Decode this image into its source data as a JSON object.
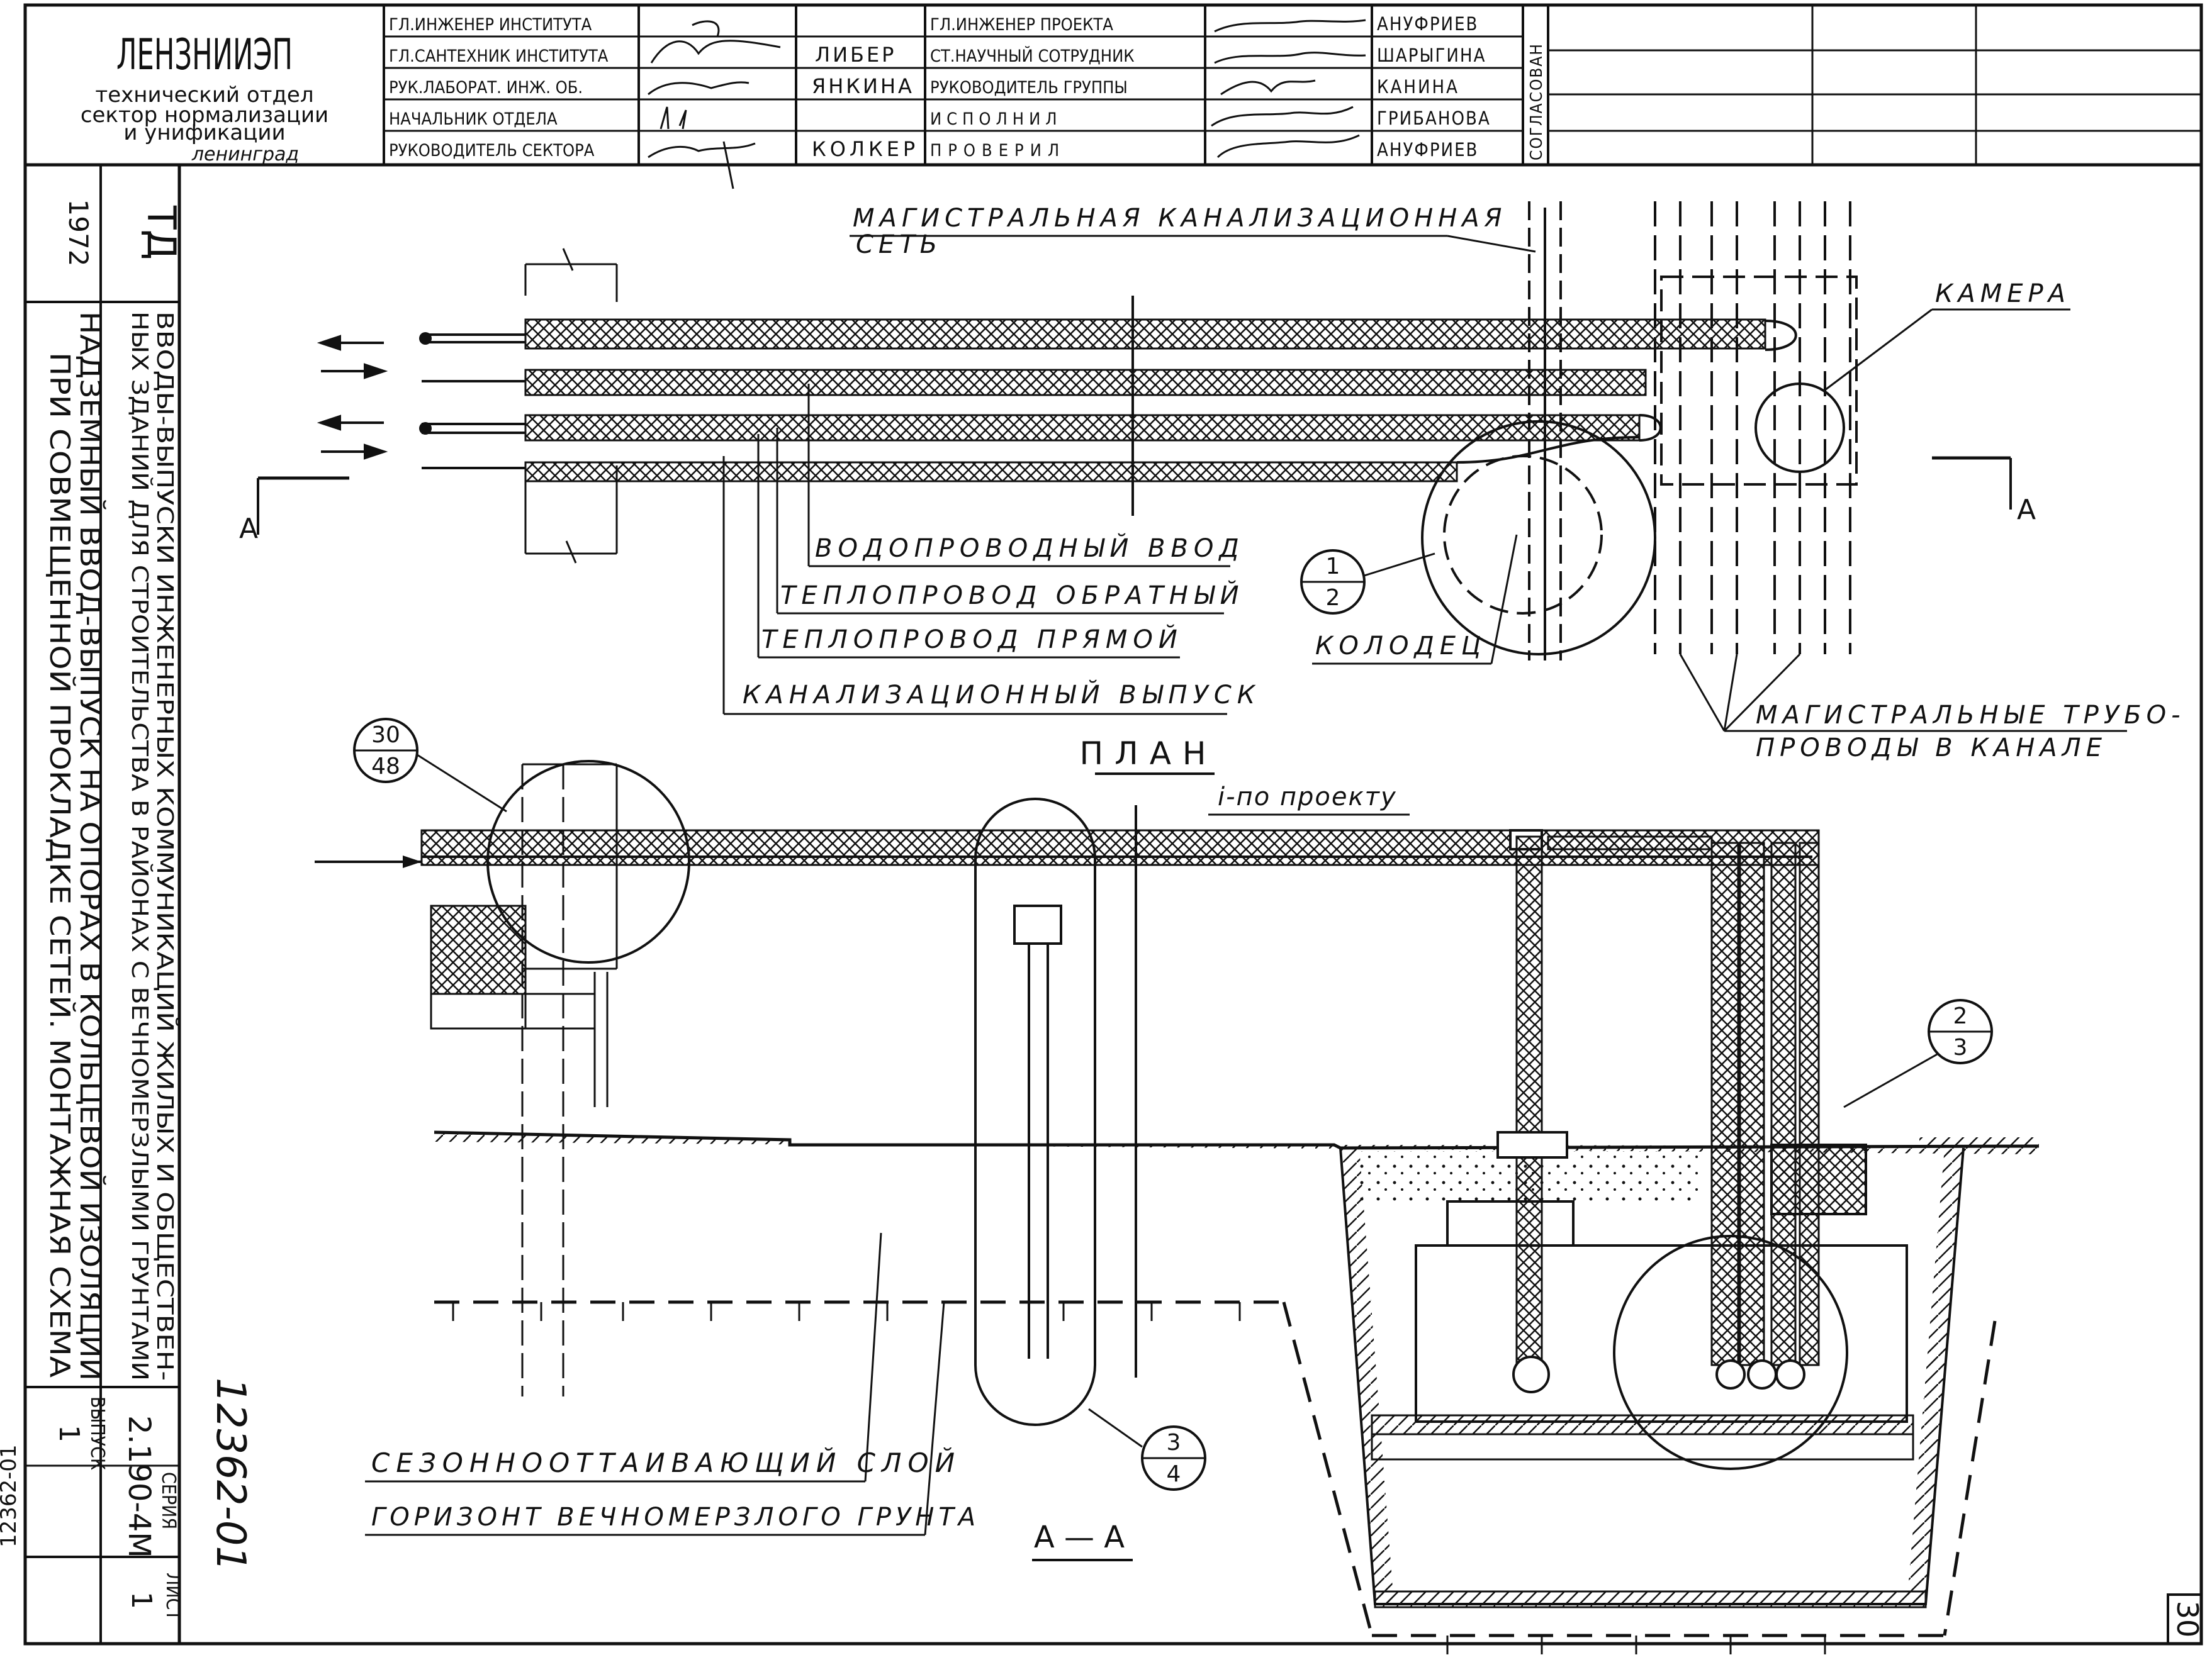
{
  "org": {
    "name": "ЛЕНЗНИИЭП",
    "line1": "технический отдел",
    "line2": "сектор нормализации",
    "line3": "и унификации",
    "city": "ленинград"
  },
  "signatures": [
    {
      "role": "ГЛ.ИНЖЕНЕР ИНСТИТУТА",
      "name": ""
    },
    {
      "role": "ГЛ.САНТЕХНИК ИНСТИТУТА",
      "name": "ЛИБЕР"
    },
    {
      "role": "РУК.ЛАБОРАТ. ИНЖ. ОБ.",
      "name": "ЯНКИНА"
    },
    {
      "role": "НАЧАЛЬНИК ОТДЕЛА",
      "name": ""
    },
    {
      "role": "РУКОВОДИТЕЛЬ СЕКТОРА",
      "name": "КОЛКЕР"
    }
  ],
  "signatures_right": [
    {
      "role": "ГЛ.ИНЖЕНЕР ПРОЕКТА",
      "name": "АНУФРИЕВ"
    },
    {
      "role": "СТ.НАУЧНЫЙ СОТРУДНИК",
      "name": "ШАРЫГИНА"
    },
    {
      "role": "РУКОВОДИТЕЛЬ ГРУППЫ",
      "name": "КАНИНА"
    },
    {
      "role": "ИСПОЛНИЛ",
      "name": "ГРИБАНОВА"
    },
    {
      "role": "ПРОВЕРИЛ",
      "name": "АНУФРИЕВ"
    }
  ],
  "agreed": "СОГЛАСОВАН",
  "side": {
    "year": "1972",
    "td": "ТД",
    "title1": "ВВОДЫ-ВЫПУСКИ ИНЖЕНЕРНЫХ КОММУНИКАЦИЙ ЖИЛЫХ И ОБЩЕСТВЕН-",
    "title2": "НЫХ ЗДАНИЙ ДЛЯ СТРОИТЕЛЬСТВА В РАЙОНАХ С ВЕЧНОМЕРЗЛЫМИ ГРУНТАМИ",
    "sub1": "НАДЗЕМНЫЙ ВВОД-ВЫПУСК НА ОПОРАХ В КОЛЬЦЕВОЙ ИЗОЛЯЦИИ",
    "sub2": "ПРИ СОВМЕЩЕННОЙ ПРОКЛАДКЕ СЕТЕЙ. МОНТАЖНАЯ СХЕМА",
    "series_label": "СЕРИЯ",
    "series": "2.190-4М",
    "issue_label": "ВЫПУСК",
    "issue": "1",
    "sheet_label": "ЛИСТ",
    "sheet": "1",
    "stamp": "12362-01",
    "archive": "12362-01"
  },
  "page_number": "30",
  "plan": {
    "title": "ПЛАН",
    "labels": {
      "main_sewer_1": "МАГИСТРАЛЬНАЯ КАНАЛИЗАЦИОННАЯ",
      "main_sewer_2": "СЕТЬ",
      "chamber": "КАМЕРА",
      "water": "ВОДОПРОВОДНЫЙ ВВОД",
      "heat_return": "ТЕПЛОПРОВОД ОБРАТНЫЙ",
      "heat_supply": "ТЕПЛОПРОВОД ПРЯМОЙ",
      "sewer_out": "КАНАЛИЗАЦИОННЫЙ ВЫПУСК",
      "well": "КОЛОДЕЦ",
      "mains_1": "МАГИСТРАЛЬНЫЕ ТРУБО-",
      "mains_2": "ПРОВОДЫ В КАНАЛЕ"
    },
    "callout": {
      "num": "1",
      "den": "2"
    },
    "section_mark": "А"
  },
  "section": {
    "title": "А — А",
    "slope": "i-по проекту",
    "seasonal": "СЕЗОННООТТАИВАЮЩИЙ СЛОЙ",
    "permafrost": "ГОРИЗОНТ ВЕЧНОМЕРЗЛОГО ГРУНТА",
    "callouts": [
      {
        "num": "30",
        "den": "48"
      },
      {
        "num": "2",
        "den": "3"
      },
      {
        "num": "3",
        "den": "4"
      }
    ]
  }
}
